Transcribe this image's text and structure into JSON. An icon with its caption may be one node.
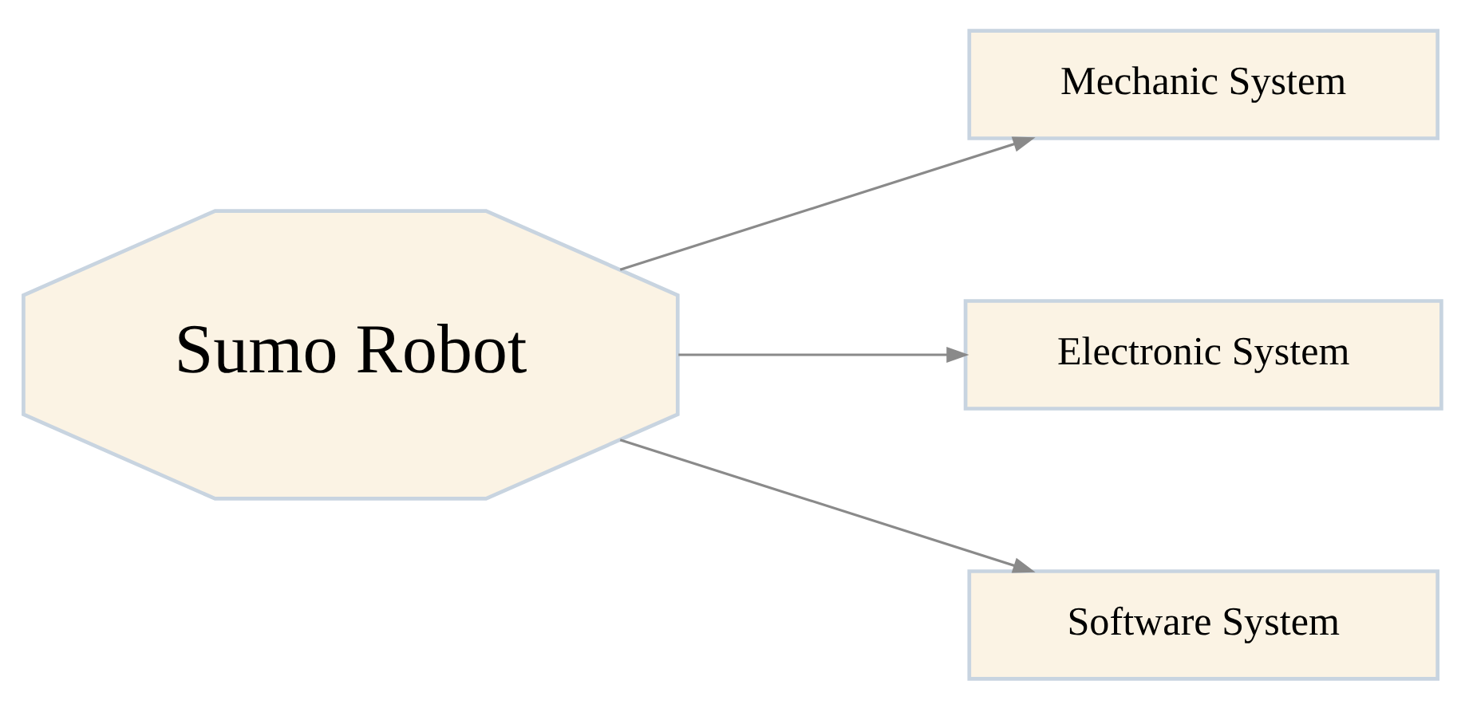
{
  "diagram": {
    "nodes": [
      {
        "text": [
          "Sumo Robot"
        ]
      },
      {
        "text": [
          "Mechanic System"
        ]
      },
      {
        "text": [
          "Electronic System"
        ]
      },
      {
        "text": [
          "Software System"
        ]
      }
    ],
    "edges": [
      {
        "from": 0,
        "to": 1,
        "arrow": "to"
      },
      {
        "from": 0,
        "to": 2,
        "arrow": "to"
      },
      {
        "from": 0,
        "to": 3,
        "arrow": "to"
      }
    ]
  }
}
